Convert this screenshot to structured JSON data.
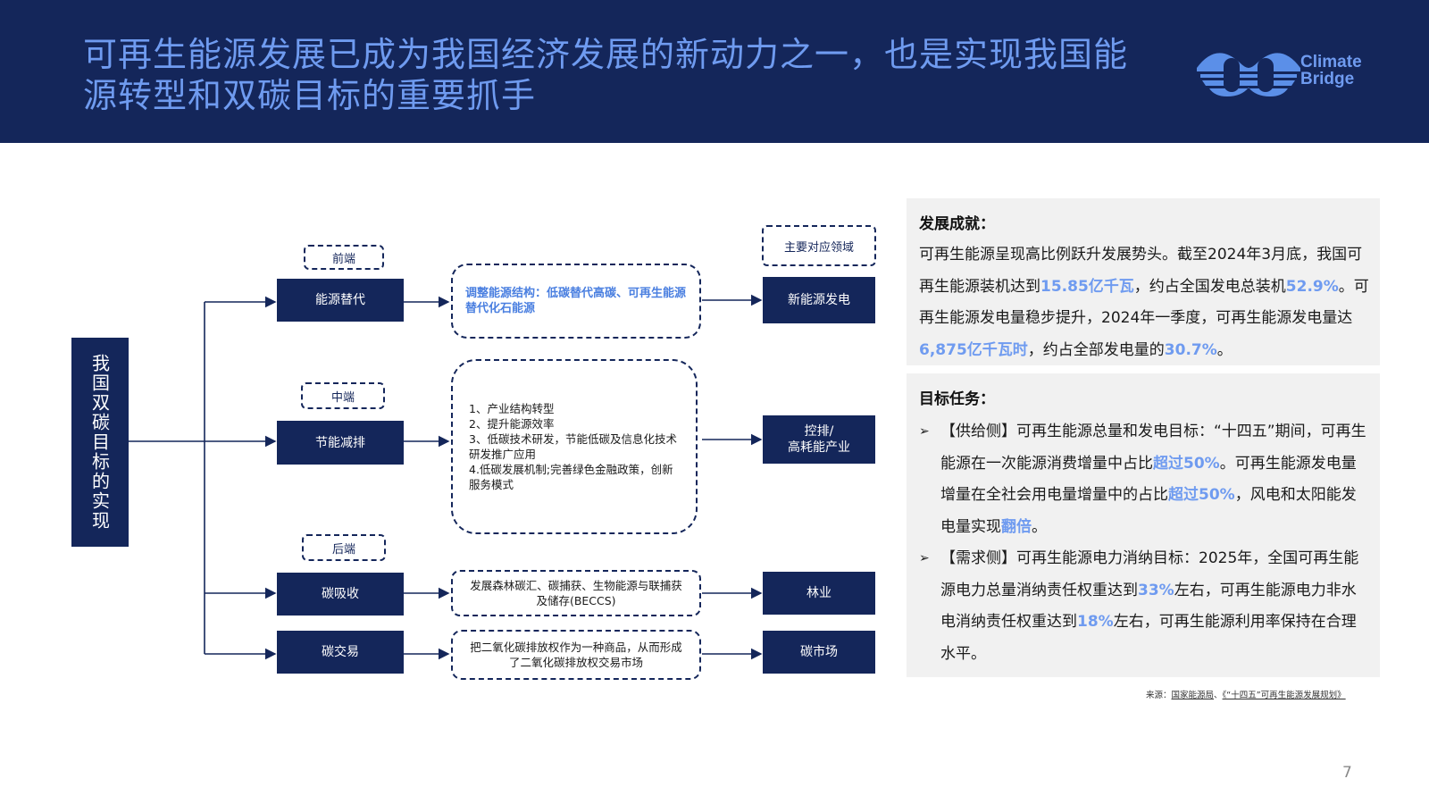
{
  "header": {
    "title": "可再生能源发展已成为我国经济发展的新动力之一，也是实现我国能源转型和双碳目标的重要抓手",
    "logo_text_line1": "Climate",
    "logo_text_line2": "Bridge"
  },
  "diagram": {
    "root": "我国双碳目标的实现",
    "tags": {
      "front": "前端",
      "middle": "中端",
      "back": "后端",
      "domain": "主要对应领域"
    },
    "rows": [
      {
        "category": "能源替代",
        "description": "调整能源结构：低碳替代高碳、可再生能源替代化石能源",
        "domain": "新能源发电"
      },
      {
        "category": "节能减排",
        "description_items": [
          "1、产业结构转型",
          "2、提升能源效率",
          "3、低碳技术研发，节能低碳及信息化技术研发推广应用",
          "4.低碳发展机制;完善绿色金融政策，创新服务模式"
        ],
        "domain_line1": "控排/",
        "domain_line2": "高耗能产业"
      },
      {
        "category": "碳吸收",
        "description": "发展森林碳汇、碳捕获、生物能源与联捕获及储存(BECCS)",
        "domain": "林业"
      },
      {
        "category": "碳交易",
        "description": "把二氧化碳排放权作为一种商品，从而形成了二氧化碳排放权交易市场",
        "domain": "碳市场"
      }
    ]
  },
  "achievements": {
    "title": "发展成就：",
    "t1": "可再生能源呈现高比例跃升发展势头。截至2024年3月底，我国可再生能源装机达到",
    "h1": "15.85亿千瓦",
    "t2": "，约占全国发电总装机",
    "h2": "52.9%",
    "t3": "。可再生能源发电量稳步提升，2024年一季度，可再生能源发电量达",
    "h3": "6,875亿千瓦时",
    "t4": "，约占全部发电量的",
    "h4": "30.7%",
    "t5": "。"
  },
  "targets": {
    "title": "目标任务：",
    "marker": "➢",
    "b1_t1": "【供给侧】可再生能源总量和发电目标：“十四五”期间，可再生能源在一次能源消费增量中占比",
    "b1_h1": "超过50%",
    "b1_t2": "。可再生能源发电量增量在全社会用电量增量中的占比",
    "b1_h2": "超过50%",
    "b1_t3": "，风电和太阳能发电量实现",
    "b1_h3": "翻倍",
    "b1_t4": "。",
    "b2_t1": "【需求侧】可再生能源电力消纳目标：2025年，全国可再生能源电力总量消纳责任权重达到",
    "b2_h1": "33%",
    "b2_t2": "左右，可再生能源电力非水电消纳责任权重达到",
    "b2_h2": "18%",
    "b2_t3": "左右，可再生能源利用率保持在合理水平。"
  },
  "source": {
    "label": "来源：",
    "ref1": "国家能源局",
    "sep": "、",
    "ref2": "《“十四五”可再生能源发展规划》"
  },
  "page_number": "7",
  "colors": {
    "navy": "#14265a",
    "accent_blue": "#6f9bf0",
    "panel_gray": "#f1f1f1"
  }
}
